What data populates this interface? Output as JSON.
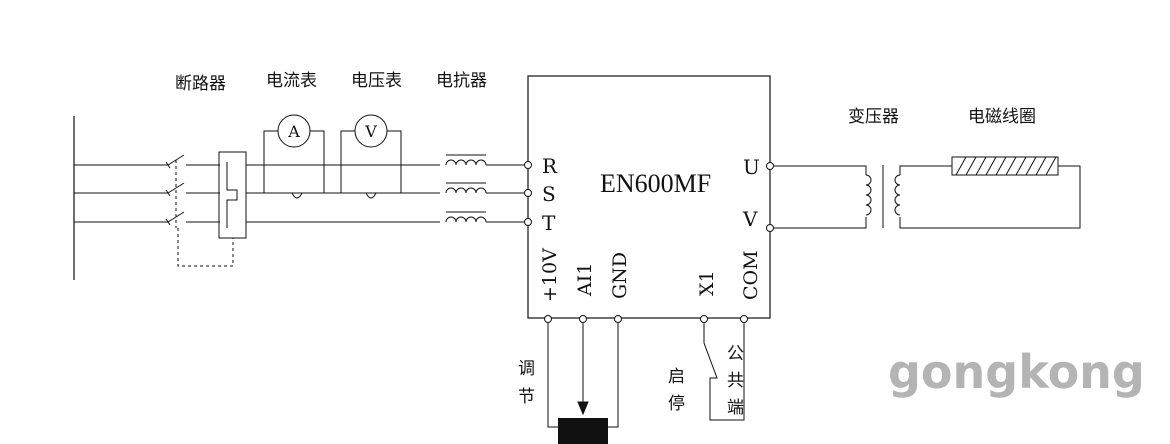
{
  "labels": {
    "breaker": "断路器",
    "ammeter": "电流表",
    "voltmeter": "电压表",
    "reactor": "电抗器",
    "transformer": "变压器",
    "coil": "电磁线圈",
    "ammeter_symbol": "A",
    "voltmeter_symbol": "V"
  },
  "drive": {
    "model": "EN600MF",
    "inputs": [
      "R",
      "S",
      "T"
    ],
    "outputs": [
      "U",
      "V"
    ],
    "control_terminals": [
      "+10V",
      "AI1",
      "GND",
      "X1",
      "COM"
    ]
  },
  "annotations": {
    "adjust": [
      "调",
      "节"
    ],
    "start_stop": [
      "启",
      "停"
    ],
    "common": [
      "公",
      "共",
      "端"
    ]
  },
  "watermark": "gongkong"
}
